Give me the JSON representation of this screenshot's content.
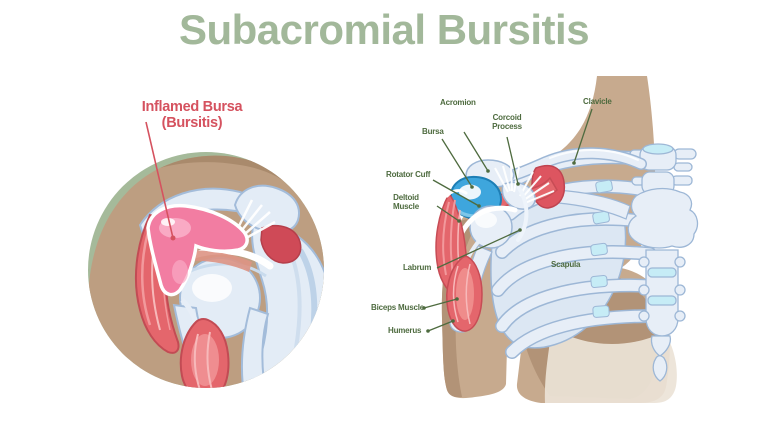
{
  "title": "Subacromial Bursitis",
  "inset": {
    "label_line1": "Inflamed Bursa",
    "label_line2": "(Bursitis)"
  },
  "diagram": {
    "labels": {
      "acromion": "Acromion",
      "bursa": "Bursa",
      "corcoid_process": "Corcoid Process",
      "clavicle": "Clavicle",
      "rotator_cuff": "Rotator Cuff",
      "deltoid_muscle": "Deltoid Muscle",
      "labrum": "Labrum",
      "scapula": "Scapula",
      "biceps_muscle": "Biceps Muscle",
      "humerus": "Humerus"
    }
  },
  "colors": {
    "title_green": "#a2b89a",
    "label_green": "#4e6b3f",
    "label_red": "#d5525f",
    "inset_circle_green": "#a5ba9a",
    "skin_tan": "#c7aa8e",
    "skin_shadow": "#b29377",
    "bone_light": "#e7eef7",
    "bone_outline": "#9db7d6",
    "cartilage_cyan": "#c6ecf6",
    "bursa_blue": "#3ea6dd",
    "muscle_red": "#e4666c",
    "inflamed_bursa_pink": "#f27da2"
  }
}
